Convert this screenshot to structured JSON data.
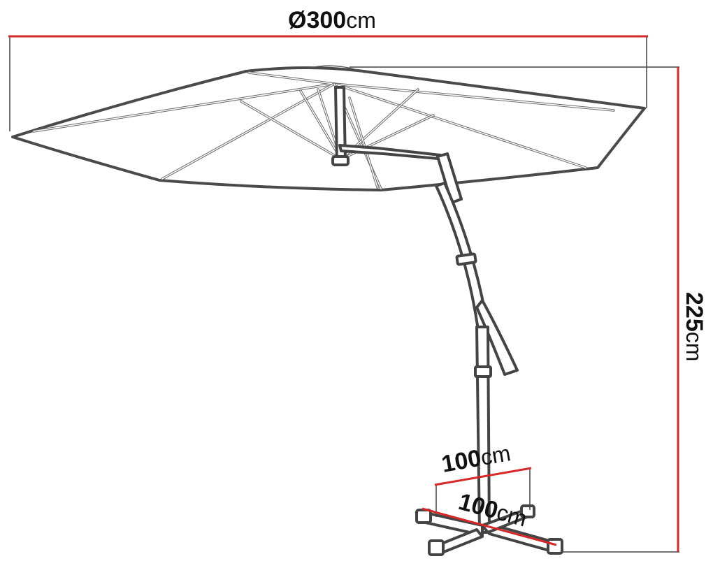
{
  "dimensions": {
    "diameter": {
      "symbol": "Ø",
      "value": "300",
      "unit": "cm"
    },
    "height": {
      "value": "225",
      "unit": "cm"
    },
    "base_width": {
      "value": "100",
      "unit": "cm"
    },
    "base_depth": {
      "value": "100",
      "unit": "cm"
    }
  },
  "colors": {
    "dimension_line": "#d62828",
    "outline": "#4a4a4a",
    "background": "#ffffff"
  }
}
